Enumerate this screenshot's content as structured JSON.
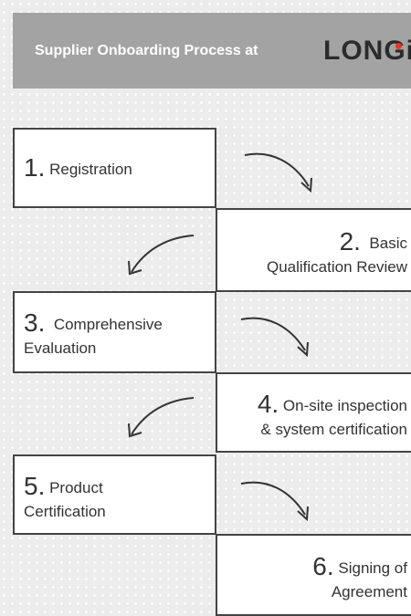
{
  "banner": {
    "title": "Supplier Onboarding Process at",
    "logo": "LONGi"
  },
  "steps": [
    {
      "number": "1.",
      "text": "Registration"
    },
    {
      "number": "2.",
      "text_line1": "Basic",
      "text_line2": "Qualification Review"
    },
    {
      "number": "3.",
      "text_line1": "Comprehensive",
      "text_line2": "Evaluation"
    },
    {
      "number": "4.",
      "text_line1": "On-site inspection",
      "text_line2": "& system certification"
    },
    {
      "number": "5.",
      "text_line1": "Product",
      "text_line2": "Certification"
    },
    {
      "number": "6.",
      "text_line1": "Signing of",
      "text_line2": "Agreement"
    }
  ],
  "colors": {
    "banner_bg": "#a3a3a3",
    "background": "#ececec",
    "box_border": "#444444",
    "logo_dot": "#e8342a"
  },
  "icons": [
    "curved-arrow-right-down-icon",
    "curved-arrow-left-down-icon"
  ]
}
